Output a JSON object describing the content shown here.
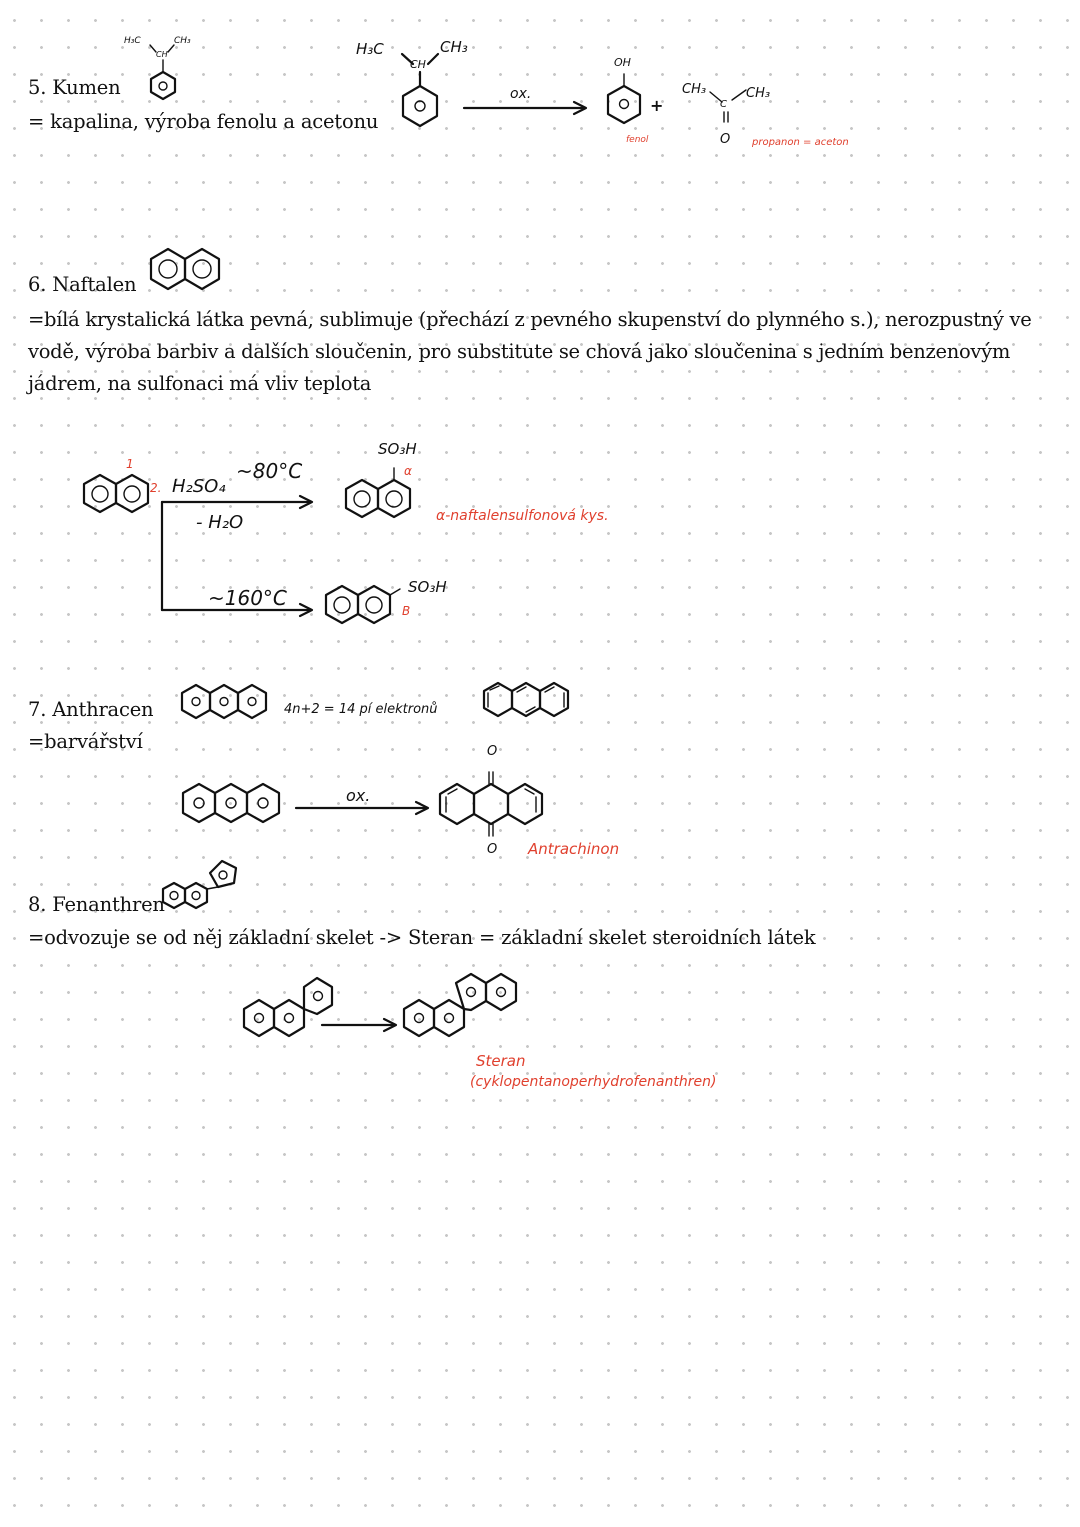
{
  "sections": {
    "kumen": {
      "title": "5. Kumen",
      "desc": "= kapalina, výroba fenolu a acetonu",
      "small_label_h3c": "H₃C",
      "small_label_ch3": "CH₃",
      "small_label_ch": "CH",
      "rx_label_h3c": "H₃C",
      "rx_label_ch3": "CH₃",
      "rx_label_ch": "CH",
      "rx_arrow": "ox.",
      "rx_oh": "OH",
      "rx_plus": "+",
      "rx_fenol": "fenol",
      "rx_ketone_left": "CH₃",
      "rx_ketone_right": "CH₃",
      "rx_ketone_c": "C",
      "rx_ketone_o": "O",
      "rx_product": "propanon = aceton"
    },
    "naftalen": {
      "title": "6. Naftalen",
      "desc": "=bílá krystalická látka pevná, sublimuje (přechází z pevného skupenství do plynného s.), nerozpustný ve vodě, výroba barbiv a dalších sloučenin, pro substitute se chová jako sloučenina s jedním benzenovým jádrem, na sulfonaci má vliv teplota",
      "pos_1": "1",
      "pos_2": "2.",
      "reagent": "H₂SO₄",
      "temp_alpha": "~80°C",
      "minus_water": "- H₂O",
      "so3h_alpha": "SO₃H",
      "alpha_mark": "α",
      "alpha_product": "α-naftalensulfonová kys.",
      "temp_beta": "~160°C",
      "so3h_beta": "SO₃H",
      "beta_mark": "B"
    },
    "anthracen": {
      "title": "7. Anthracen",
      "desc": "=barvářství",
      "huckel": "4n+2 = 14 pí elektronů",
      "rx_arrow": "ox.",
      "o_top": "O",
      "o_bottom": "O",
      "product": "Antrachinon"
    },
    "fenanthren": {
      "title": "8. Fenanthren",
      "desc": "=odvozuje se od něj základní skelet -> Steran = základní skelet steroidních látek",
      "product_name": "Steran",
      "product_note": "(cyklopentanoperhydrofenanthren)"
    }
  },
  "colors": {
    "annotation_red": "#e0402e",
    "ink": "#111111",
    "grid_dot": "#c7c7c7"
  }
}
